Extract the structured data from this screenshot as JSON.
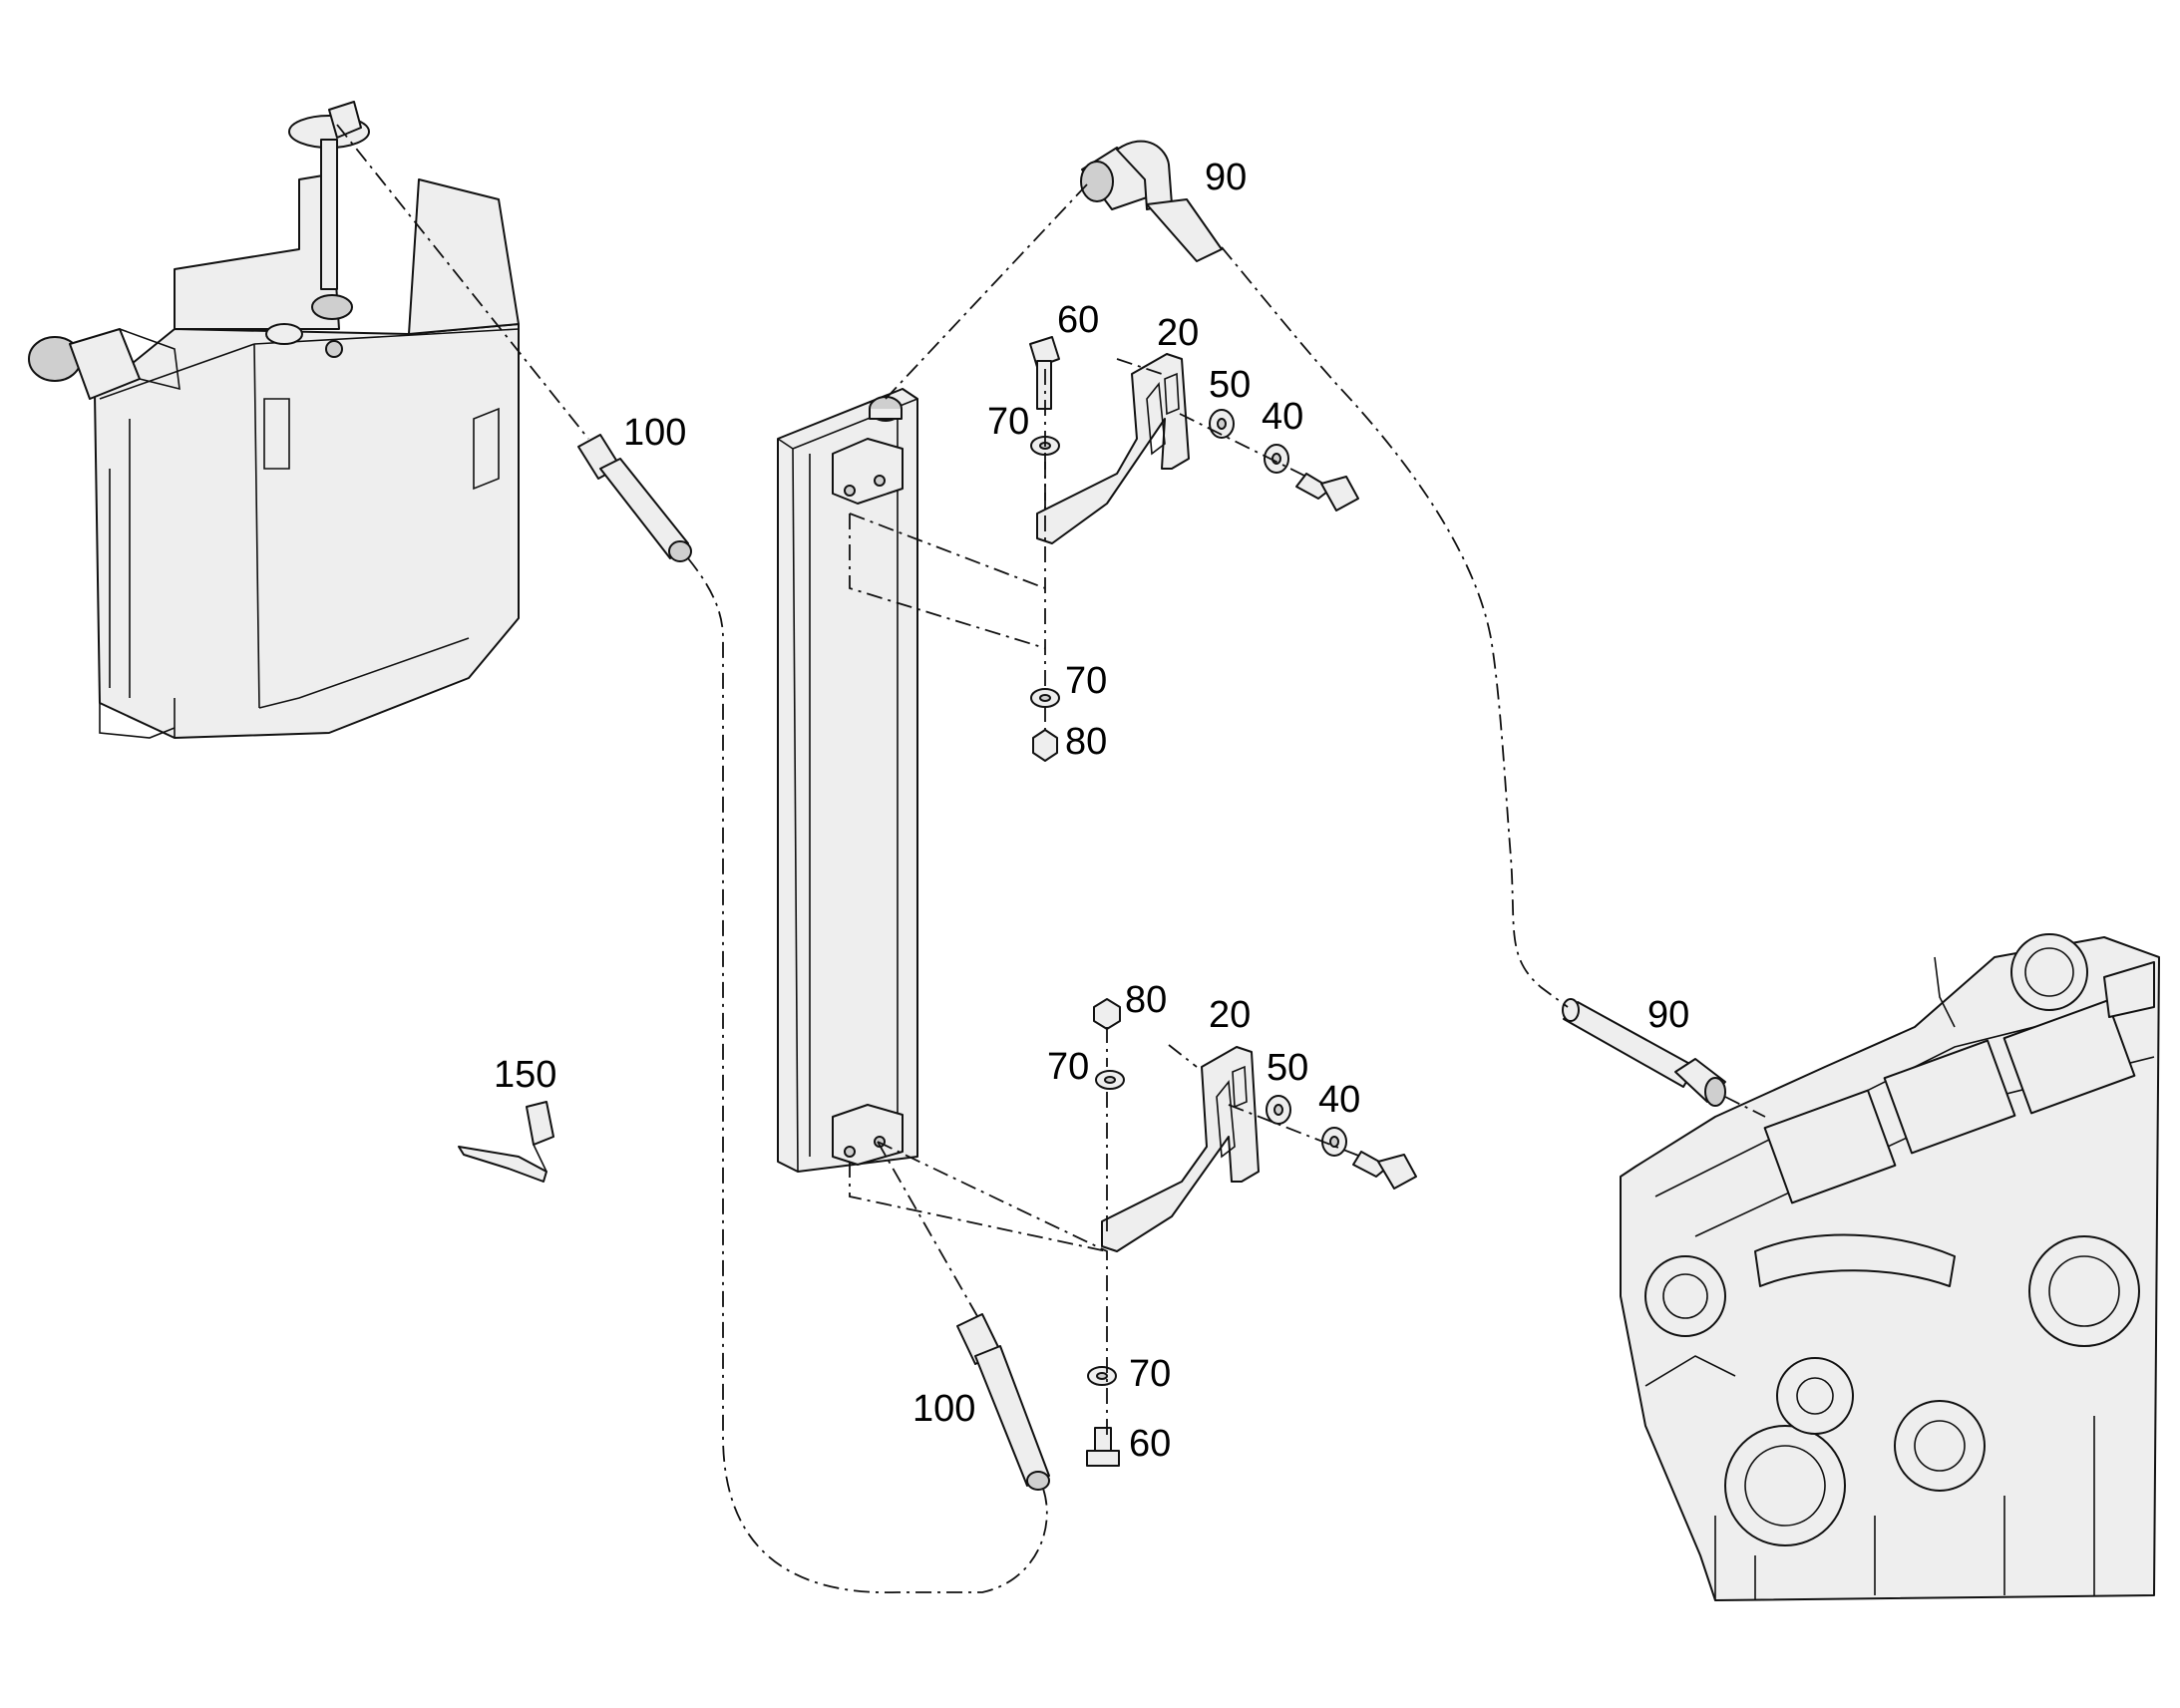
{
  "callouts": {
    "hose_top": "90",
    "bolt_top": "60",
    "bracket_top": "20",
    "washer50_top": "50",
    "bolt40_top": "40",
    "washer70_top": "70",
    "hose_tank": "100",
    "washer70_mid": "70",
    "nut80_mid": "80",
    "nut80_low": "80",
    "bracket_low": "20",
    "washer70_low": "70",
    "washer50_low": "50",
    "bolt40_low": "40",
    "hose_engine": "90",
    "clamp": "150",
    "washer70_bottom": "70",
    "hose_bottom": "100",
    "bolt60_bottom": "60"
  },
  "colors": {
    "line": "#111111",
    "fill": "#eeeeee",
    "background": "#ffffff"
  }
}
